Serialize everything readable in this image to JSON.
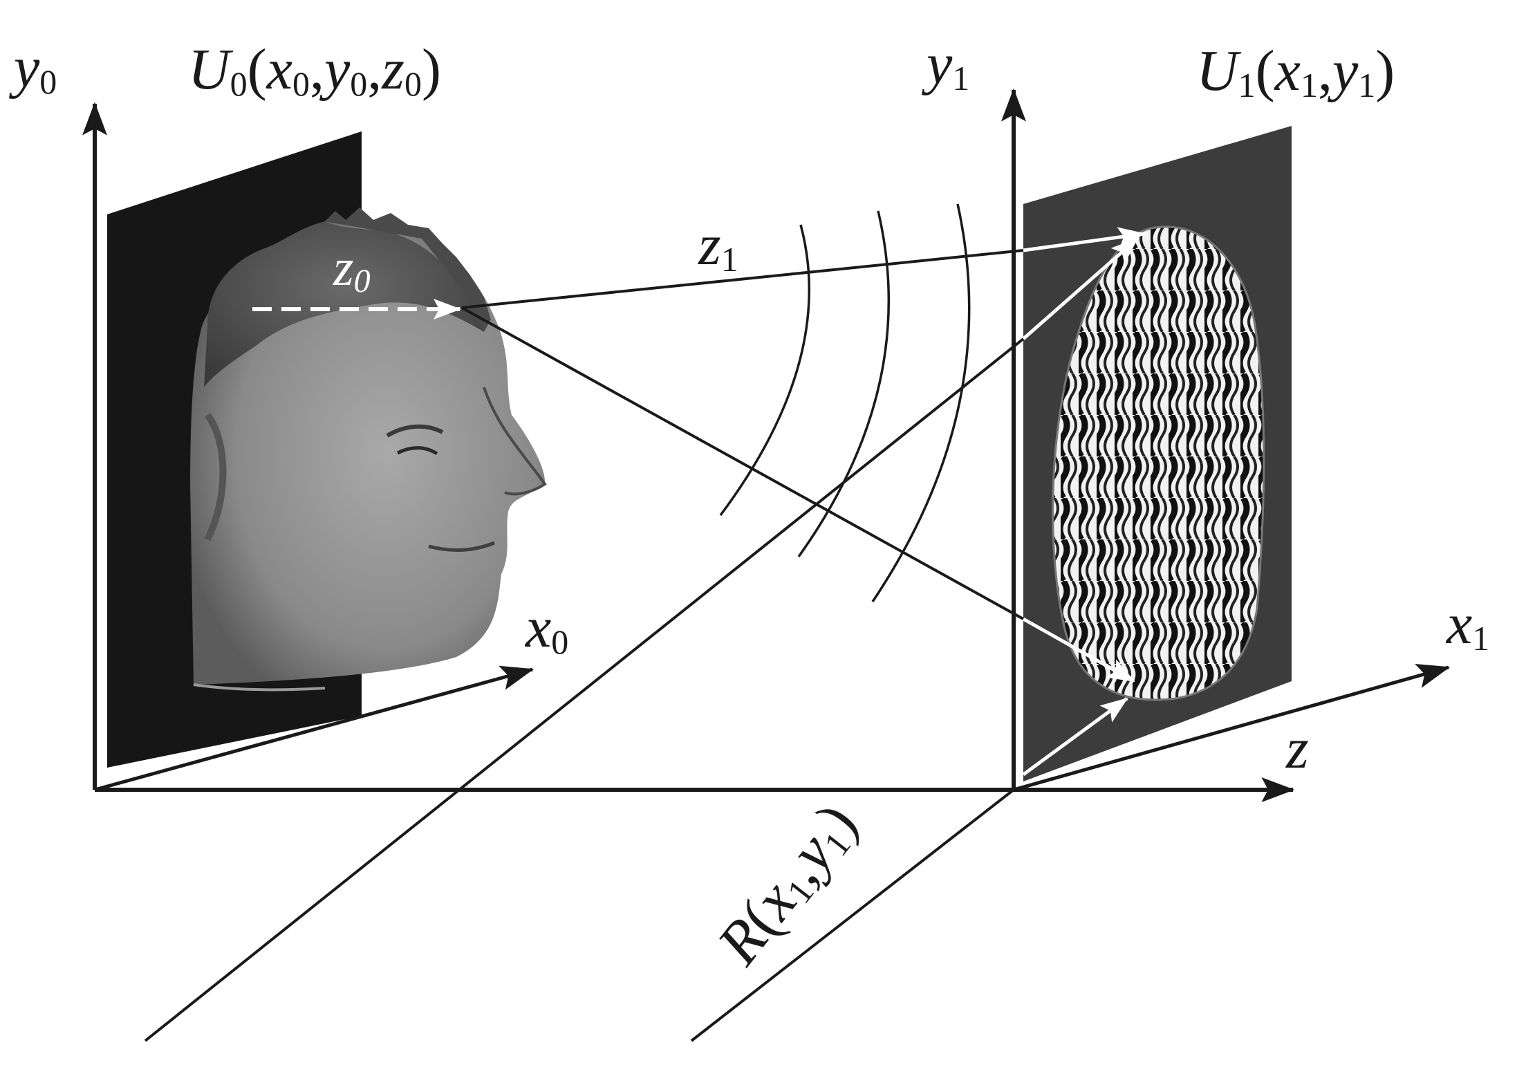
{
  "labels": {
    "y0": {
      "main": "y",
      "sub": "0"
    },
    "x0": {
      "main": "x",
      "sub": "0"
    },
    "y1": {
      "main": "y",
      "sub": "1"
    },
    "x1": {
      "main": "x",
      "sub": "1"
    },
    "z": {
      "main": "z"
    },
    "z0": {
      "main": "z",
      "sub": "0"
    },
    "z1": {
      "main": "z",
      "sub": "1"
    },
    "U0": {
      "pre": "U",
      "preSub": "0",
      "open": "(",
      "a": "x",
      "aSub": "0",
      "c1": ",",
      "b": "y",
      "bSub": "0",
      "c2": ",",
      "c": "z",
      "cSub": "0",
      "close": ")"
    },
    "U1": {
      "pre": "U",
      "preSub": "1",
      "open": "(",
      "a": "x",
      "aSub": "1",
      "c1": ",",
      "b": "y",
      "bSub": "1",
      "close": ")"
    },
    "R": {
      "pre": "R",
      "open": "(",
      "a": "x",
      "aSub": "1",
      "c1": ",",
      "b": "y",
      "bSub": "1",
      "close": ")"
    }
  },
  "colors": {
    "ink": "#1a1a1a",
    "object_plane": "#161616",
    "hologram_plane": "#3c3c3c",
    "arrow_white": "#ffffff"
  },
  "objects": {
    "object_image": "face-profile-photo",
    "hologram_image": "interference-fringe-pattern"
  }
}
